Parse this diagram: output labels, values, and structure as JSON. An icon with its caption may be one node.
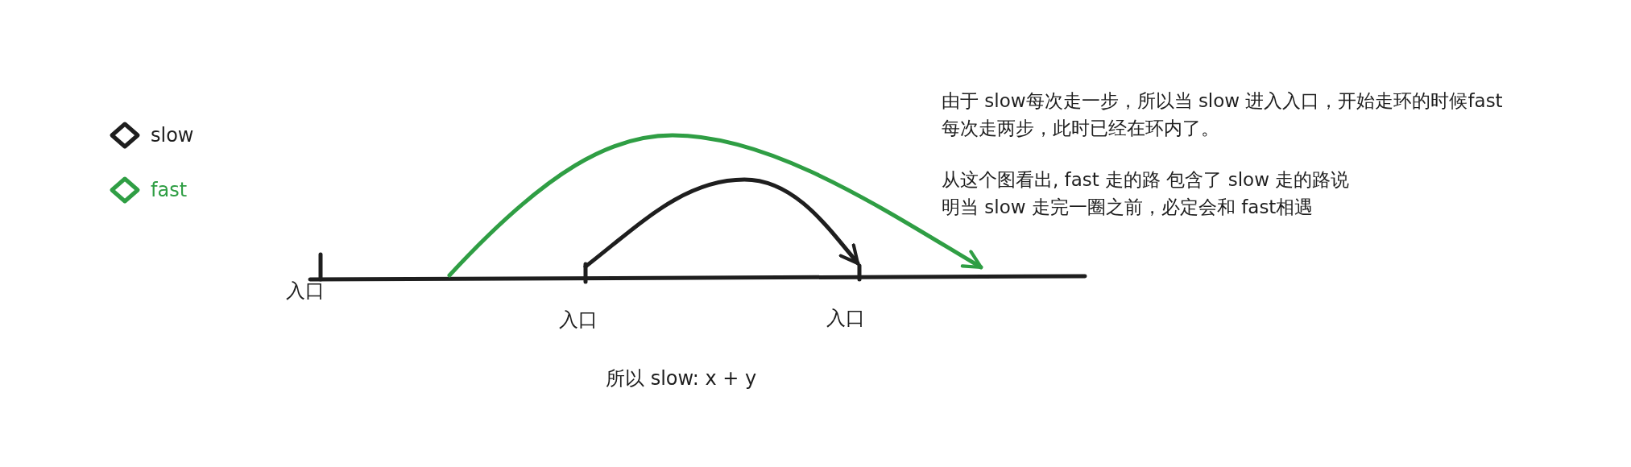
{
  "diagram": {
    "nodes": [
      {
        "text": [
          "入口"
        ]
      },
      {
        "text": [
          "入口"
        ]
      },
      {
        "text": [
          "入口"
        ]
      }
    ],
    "edges": [
      {
        "from": 1,
        "to": 2,
        "arrow": "to"
      }
    ],
    "labels": [
      "由于 slow每次走一步，所以当 slow 进入入口，开始走环的时候fast每次走两步，此时已经在环内了。",
      "从这个图看出, fast 走的路 包含了 slow 走的路说明当 slow 走完一圈之前，必定会和 fast相遇",
      "所以 slow: x + y"
    ],
    "legend": [
      {
        "text": "slow",
        "color": "#1e1e1e"
      },
      {
        "text": "fast",
        "color": "#2f9e44"
      }
    ]
  }
}
